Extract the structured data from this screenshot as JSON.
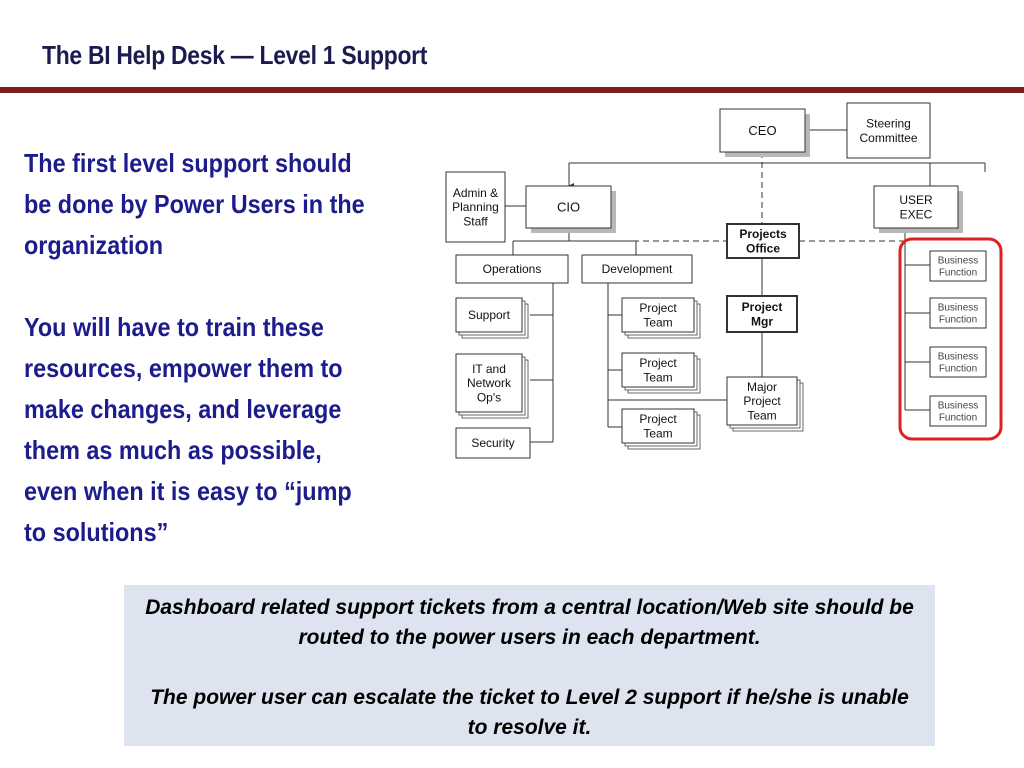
{
  "header": {
    "title": "The BI Help Desk — Level 1 Support"
  },
  "left_text": {
    "paragraph1": "The first level support should be done by Power Users in the organization",
    "paragraph2": "You will have to train these resources, empower them to make changes, and leverage them as much as possible, even when it is easy to “jump to solutions”"
  },
  "callout": {
    "line1": "Dashboard related support tickets from a central location/Web site should be routed to the power users in each department.",
    "line2": "The power user can escalate the ticket to Level 2 support if he/she is unable to resolve it."
  },
  "org_chart": {
    "ceo": "CEO",
    "steering": [
      "Steering",
      "Committee"
    ],
    "admin": [
      "Admin &",
      "Planning",
      "Staff"
    ],
    "cio": "CIO",
    "user_exec": [
      "USER",
      "EXEC"
    ],
    "projects_office": [
      "Projects",
      "Office"
    ],
    "operations": "Operations",
    "development": "Development",
    "support": "Support",
    "it_network": [
      "IT and",
      "Network",
      "Op's"
    ],
    "security": "Security",
    "project_team": [
      "Project",
      "Team"
    ],
    "project_mgr": [
      "Project",
      "Mgr"
    ],
    "major_project_team": [
      "Major",
      "Project",
      "Team"
    ],
    "business_function": [
      "Business",
      "Function"
    ],
    "highlight_color": "#e02020"
  }
}
